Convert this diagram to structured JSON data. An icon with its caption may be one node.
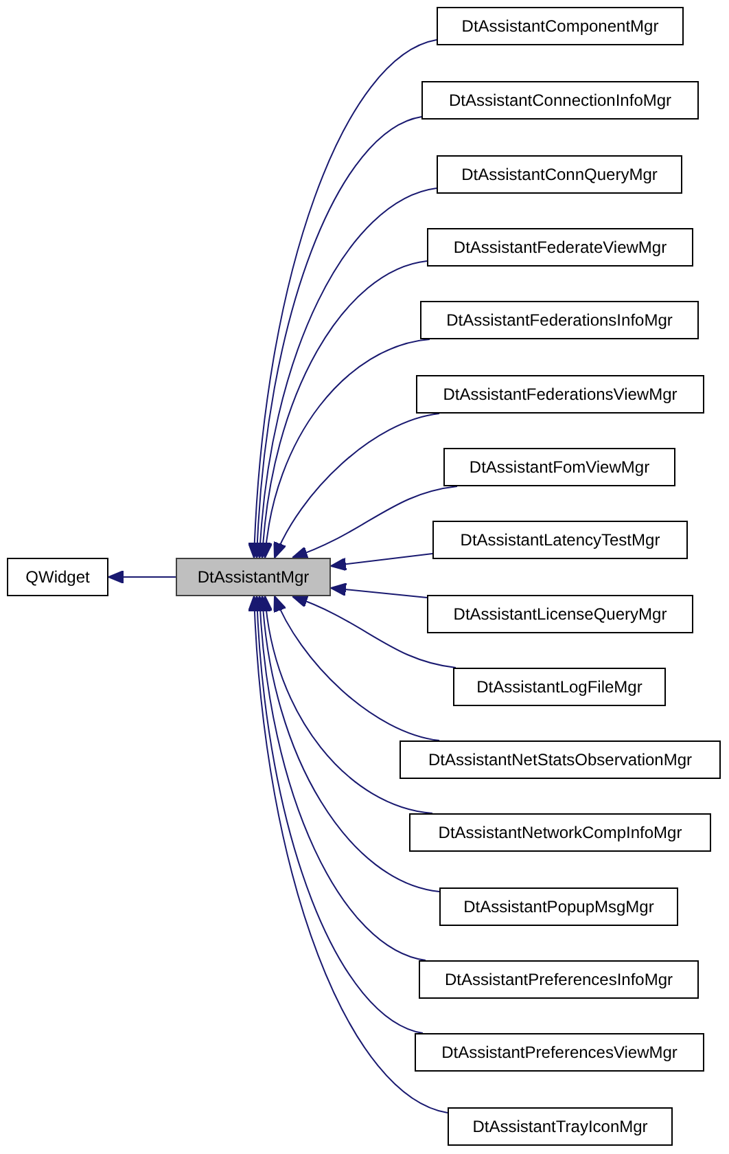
{
  "diagram": {
    "nodes": [
      {
        "text": [
          "QWidget"
        ]
      },
      {
        "text": [
          "DtAssistantMgr"
        ]
      },
      {
        "text": [
          "DtAssistantComponentMgr"
        ]
      },
      {
        "text": [
          "DtAssistantConnectionInfoMgr"
        ]
      },
      {
        "text": [
          "DtAssistantConnQueryMgr"
        ]
      },
      {
        "text": [
          "DtAssistantFederateViewMgr"
        ]
      },
      {
        "text": [
          "DtAssistantFederationsInfoMgr"
        ]
      },
      {
        "text": [
          "DtAssistantFederationsViewMgr"
        ]
      },
      {
        "text": [
          "DtAssistantFomViewMgr"
        ]
      },
      {
        "text": [
          "DtAssistantLatencyTestMgr"
        ]
      },
      {
        "text": [
          "DtAssistantLicenseQueryMgr"
        ]
      },
      {
        "text": [
          "DtAssistantLogFileMgr"
        ]
      },
      {
        "text": [
          "DtAssistantNetStatsObservationMgr"
        ]
      },
      {
        "text": [
          "DtAssistantNetworkCompInfoMgr"
        ]
      },
      {
        "text": [
          "DtAssistantPopupMsgMgr"
        ]
      },
      {
        "text": [
          "DtAssistantPreferencesInfoMgr"
        ]
      },
      {
        "text": [
          "DtAssistantPreferencesViewMgr"
        ]
      },
      {
        "text": [
          "DtAssistantTrayIconMgr"
        ]
      }
    ],
    "edges": [
      {
        "from": 1,
        "to": 0,
        "arrow": "to"
      },
      {
        "from": 2,
        "to": 1,
        "arrow": "to"
      },
      {
        "from": 3,
        "to": 1,
        "arrow": "to"
      },
      {
        "from": 4,
        "to": 1,
        "arrow": "to"
      },
      {
        "from": 5,
        "to": 1,
        "arrow": "to"
      },
      {
        "from": 6,
        "to": 1,
        "arrow": "to"
      },
      {
        "from": 7,
        "to": 1,
        "arrow": "to"
      },
      {
        "from": 8,
        "to": 1,
        "arrow": "to"
      },
      {
        "from": 9,
        "to": 1,
        "arrow": "to"
      },
      {
        "from": 10,
        "to": 1,
        "arrow": "to"
      },
      {
        "from": 11,
        "to": 1,
        "arrow": "to"
      },
      {
        "from": 12,
        "to": 1,
        "arrow": "to"
      },
      {
        "from": 13,
        "to": 1,
        "arrow": "to"
      },
      {
        "from": 14,
        "to": 1,
        "arrow": "to"
      },
      {
        "from": 15,
        "to": 1,
        "arrow": "to"
      },
      {
        "from": 16,
        "to": 1,
        "arrow": "to"
      },
      {
        "from": 17,
        "to": 1,
        "arrow": "to"
      }
    ]
  }
}
